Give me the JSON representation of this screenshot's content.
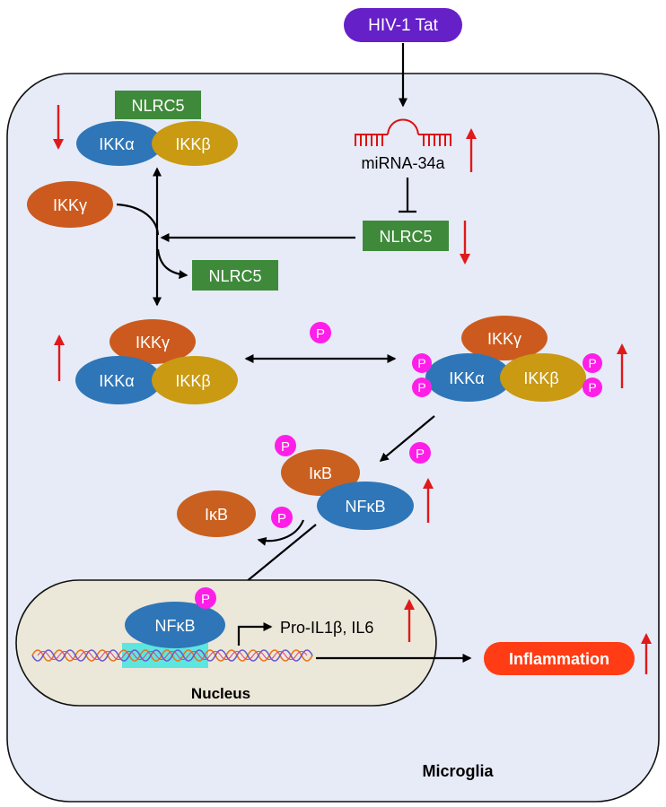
{
  "colors": {
    "cell_fill": "#e6ebf7",
    "nucleus_fill": "#ebe7d9",
    "ikk_gamma": "#cc5a1e",
    "ikk_alpha": "#2e76b7",
    "ikk_beta": "#c99a12",
    "ikb": "#c9601f",
    "nfkb": "#2e76b7",
    "nlrc5_box": "#3e8a3a",
    "tat_pill": "#6520c8",
    "phospho": "#ff1ee8",
    "inflammation": "#ff3c14",
    "up_down_arrow": "#e0191a",
    "mirna": "#dd1111"
  },
  "labels": {
    "hiv_tat": "HIV-1 Tat",
    "mirna": "miRNA-34a",
    "nlrc5": "NLRC5",
    "ikk_alpha": "IKKα",
    "ikk_beta": "IKKβ",
    "ikk_gamma": "IKKγ",
    "ikb": "IκB",
    "nfkb": "NFκB",
    "phospho": "P",
    "genes": "Pro-IL1β, IL6",
    "nucleus": "Nucleus",
    "inflammation": "Inflammation",
    "cell": "Microglia"
  },
  "changes": {
    "nlrc5_complex": "down",
    "mirna": "up",
    "nlrc5_free": "down",
    "ikk_complex": "up",
    "phospho_ikk": "up",
    "nfkb": "up",
    "genes": "up",
    "inflammation": "up"
  },
  "icons": [
    "up-arrow-icon",
    "down-arrow-icon",
    "activation-arrow-icon",
    "inhibition-bar-icon",
    "dna-helix-icon"
  ]
}
